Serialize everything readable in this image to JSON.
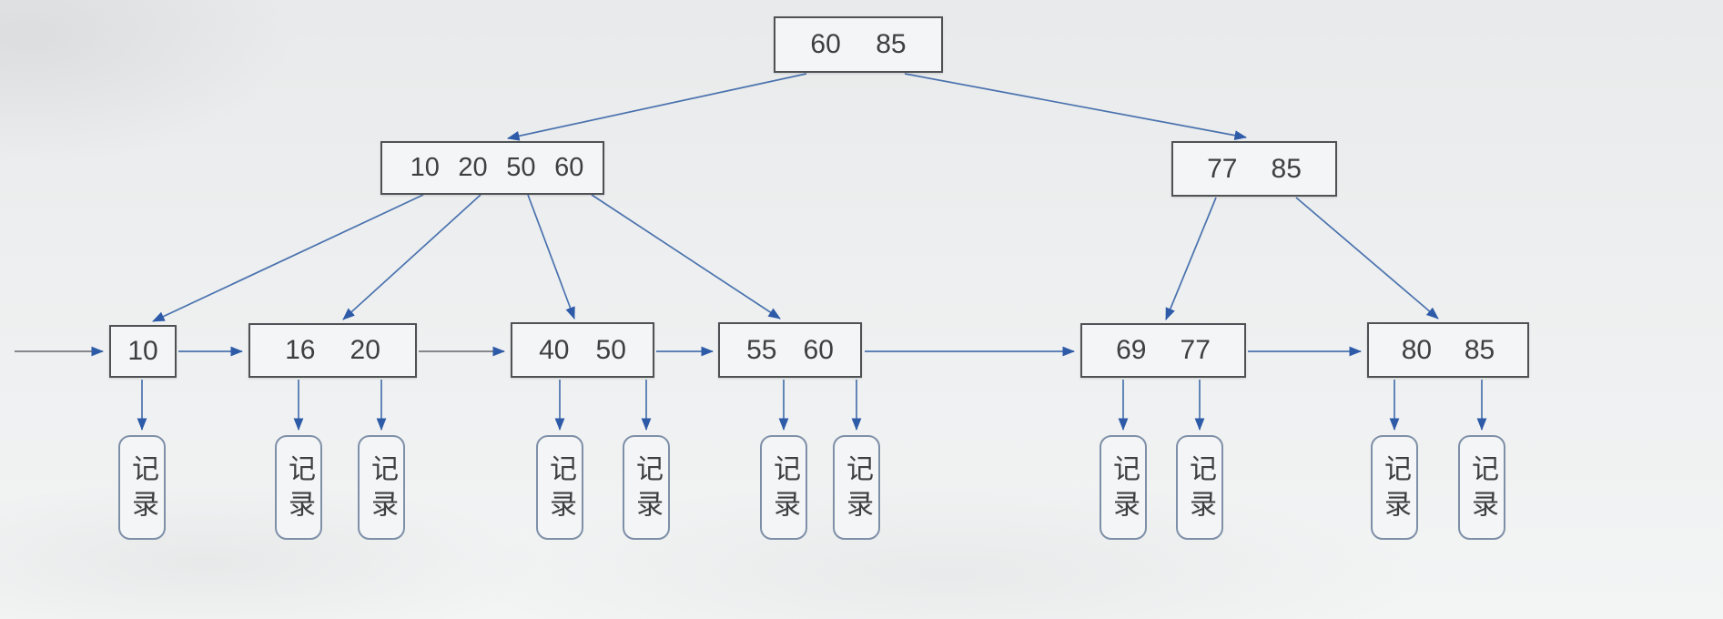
{
  "nodes": [
    {
      "id": "root",
      "keys": [
        "60",
        "85"
      ]
    },
    {
      "id": "internal-left",
      "keys": [
        "10",
        "20",
        "50",
        "60"
      ]
    },
    {
      "id": "internal-right",
      "keys": [
        "77",
        "85"
      ]
    },
    {
      "id": "leaf-10",
      "keys": [
        "10"
      ]
    },
    {
      "id": "leaf-16-20",
      "keys": [
        "16",
        "20"
      ]
    },
    {
      "id": "leaf-40-50",
      "keys": [
        "40",
        "50"
      ]
    },
    {
      "id": "leaf-55-60",
      "keys": [
        "55",
        "60"
      ]
    },
    {
      "id": "leaf-69-77",
      "keys": [
        "69",
        "77"
      ]
    },
    {
      "id": "leaf-80-85",
      "keys": [
        "80",
        "85"
      ]
    }
  ],
  "record_label": "记录",
  "colors": {
    "edge": "#4a72ae",
    "edge_head": "#2e5ba8",
    "entry_line": "#74787c",
    "node_border": "#4f5254",
    "node_fill": "#f4f5f6",
    "record_border": "#7e90a8",
    "text": "#3d3f42",
    "background_top": "#e8eaeb",
    "background_bottom": "#f3f4f4"
  }
}
